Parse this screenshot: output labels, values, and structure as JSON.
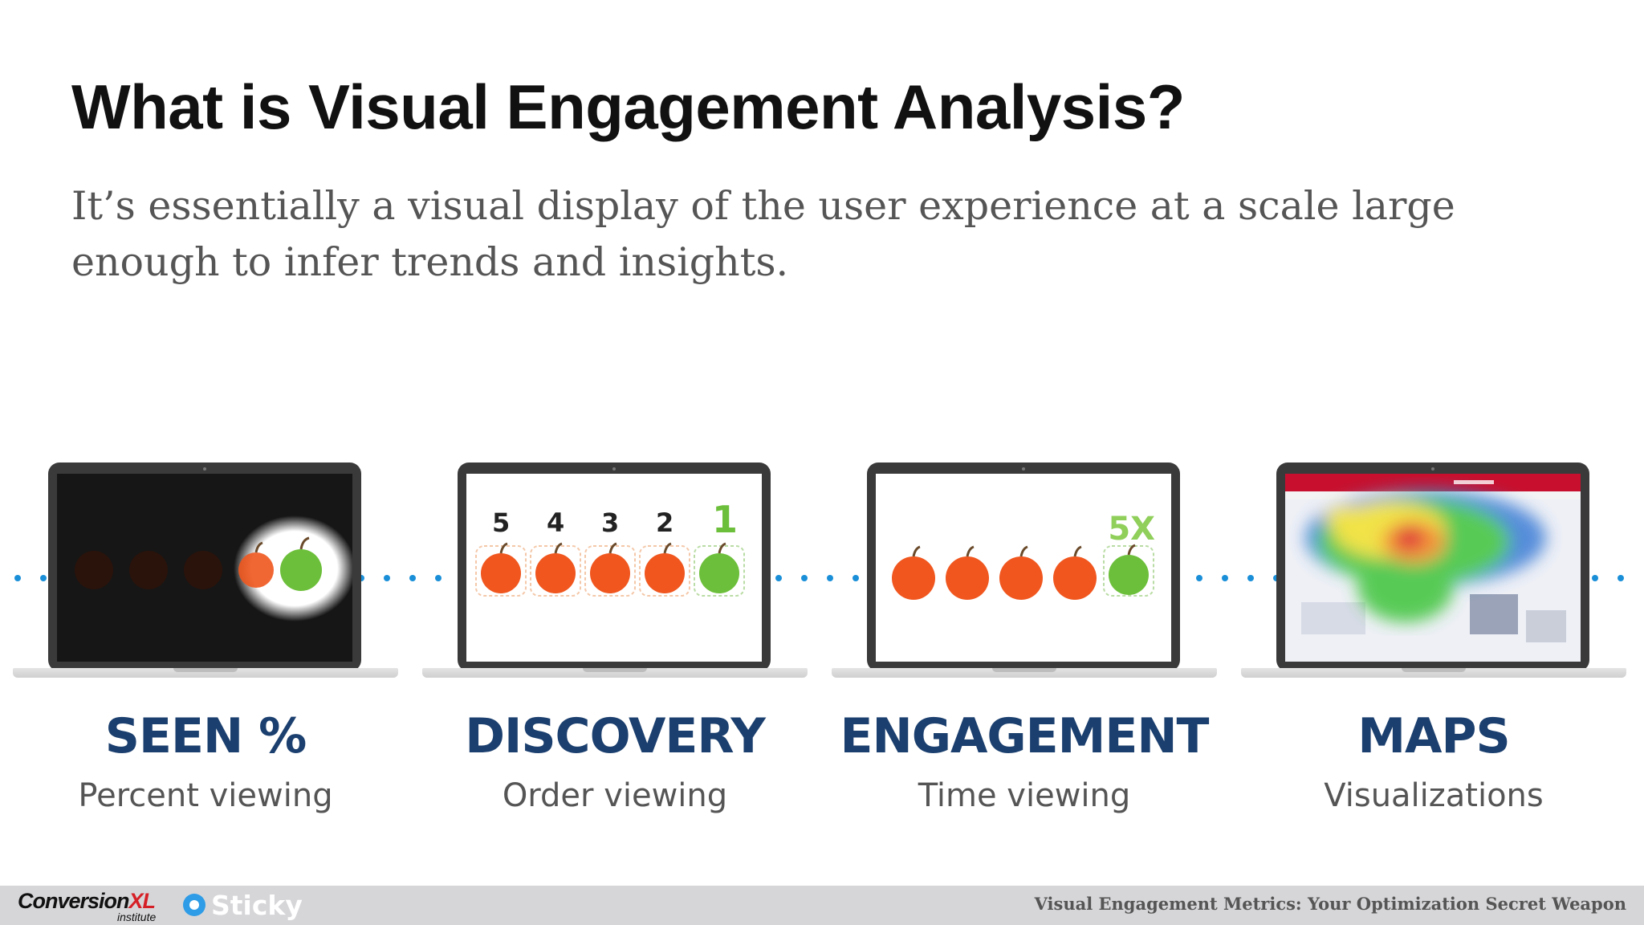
{
  "slide": {
    "title": "What is Visual Engagement Analysis?",
    "subtitle": "It’s essentially a visual display of the user experience at a scale large enough to infer trends and insights."
  },
  "panels": [
    {
      "label": "SEEN %",
      "sublabel": "Percent viewing"
    },
    {
      "label": "DISCOVERY",
      "sublabel": "Order viewing",
      "order_numbers": [
        "5",
        "4",
        "3",
        "2",
        "1"
      ]
    },
    {
      "label": "ENGAGEMENT",
      "sublabel": "Time viewing",
      "multiplier": "5X"
    },
    {
      "label": "MAPS",
      "sublabel": "Visualizations"
    }
  ],
  "colors": {
    "heading": "#111111",
    "label": "#1b3f6e",
    "apple_red": "#f0561e",
    "apple_green": "#6cbf3a",
    "dots": "#1a8fd8",
    "footer_bg": "#d6d6d9"
  },
  "footer": {
    "brand_main": "Conversion",
    "brand_xl": "XL",
    "brand_sub": "institute",
    "partner": "Sticky",
    "partner_icon": "sticky-logo-icon",
    "deck_title": "Visual Engagement Metrics: Your Optimization Secret Weapon"
  }
}
